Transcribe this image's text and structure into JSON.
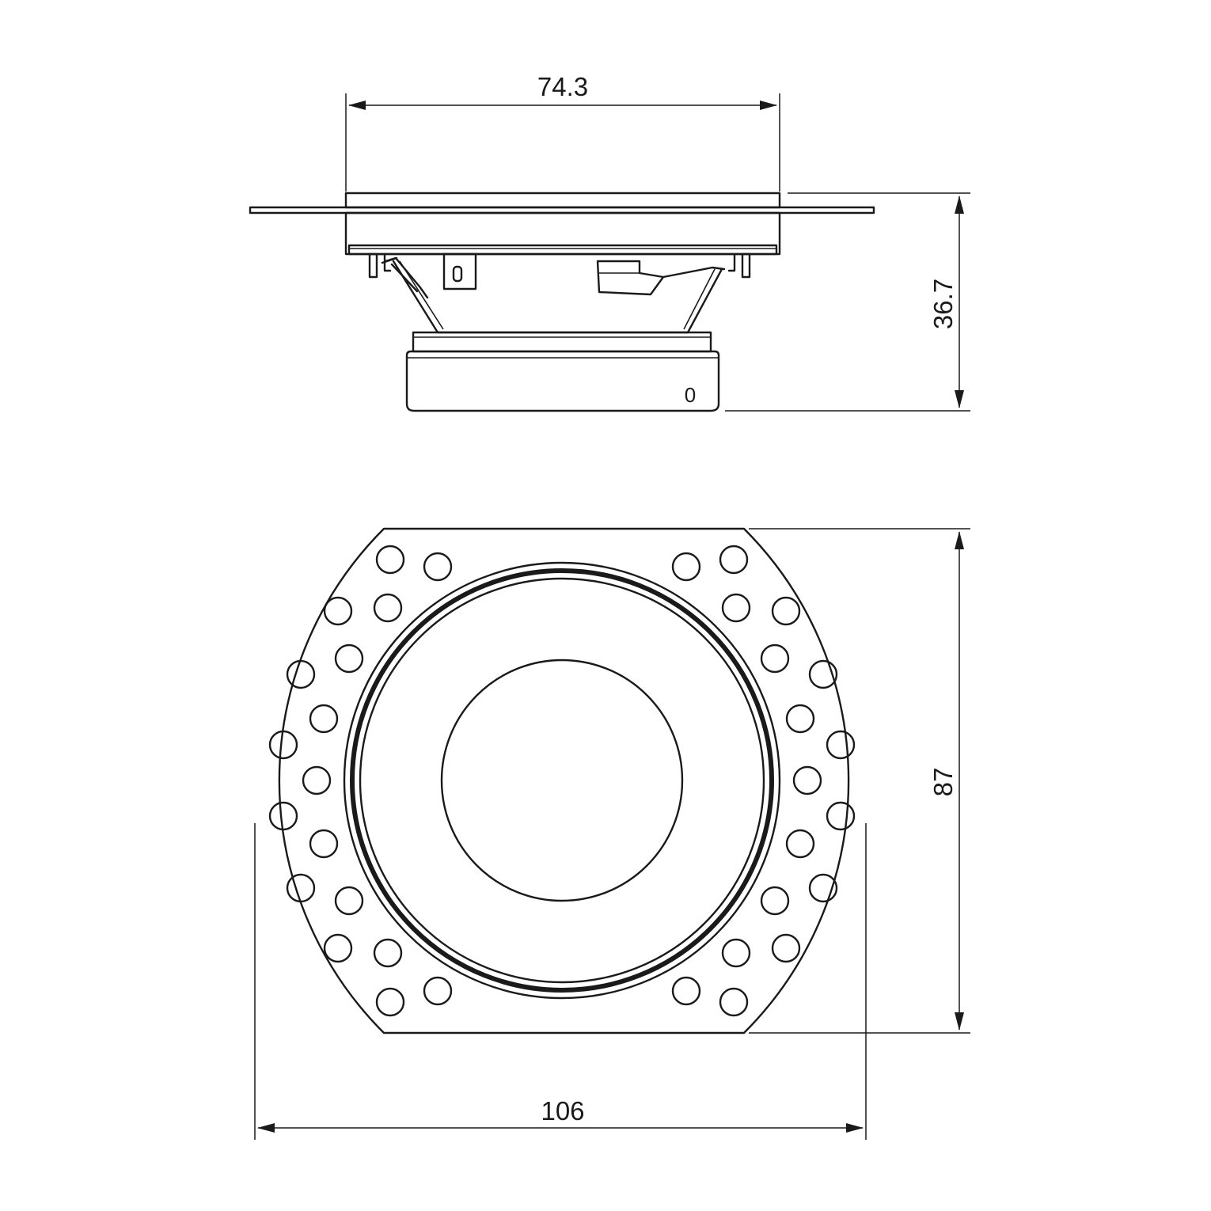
{
  "side_view": {
    "width_dimension": "74.3",
    "height_dimension": "36.7",
    "magnet_marking": "0"
  },
  "top_view": {
    "width_dimension": "106",
    "height_dimension": "87"
  },
  "colors": {
    "line": "#1a1a1a",
    "background": "#ffffff"
  }
}
